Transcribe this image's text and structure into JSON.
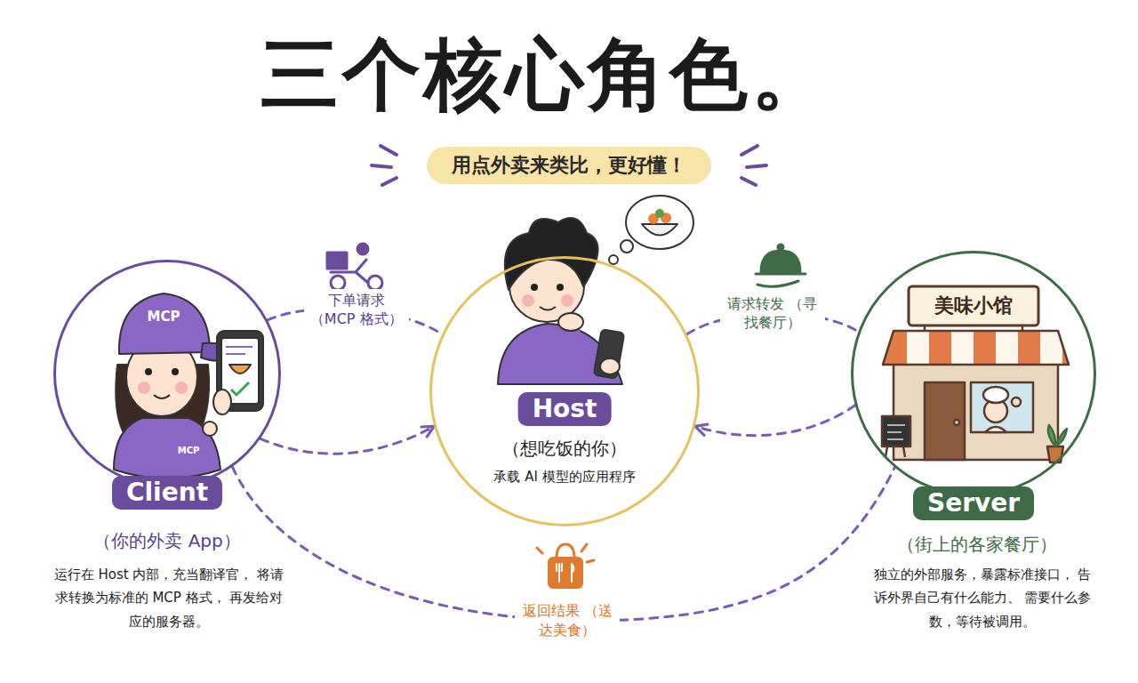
{
  "diagram": {
    "title": "三个核心角色。",
    "nodes": [
      {
        "text": [
          "Client",
          "（你的外卖 App）",
          "运行在 Host 内部，充当翻译官， 将请求转换为标准的 MCP 格式， 再发给对应的服务器。"
        ]
      },
      {
        "text": [
          "Host",
          "（想吃饭的你）",
          "承载 AI 模型的应用程序"
        ]
      },
      {
        "text": [
          "Server",
          "（街上的各家餐厅）",
          "独立的外部服务，暴露标准接口， 告诉外界自己有什么能力、 需要什么参数，等待被调用。"
        ]
      }
    ],
    "edges": [
      {
        "from": 0,
        "to": 1,
        "label": "下单请求 （MCP 格式）",
        "arrow": "none"
      },
      {
        "from": 0,
        "to": 1,
        "arrow": "to"
      },
      {
        "from": 1,
        "to": 2,
        "label": "请求转发 （寻找餐厅）",
        "arrow": "none"
      },
      {
        "from": 2,
        "to": 1,
        "arrow": "to"
      },
      {
        "from": 0,
        "to": 2,
        "label": "返回结果 （送达美食）",
        "arrow": "none"
      }
    ],
    "labels": [
      "用点外卖来类比，更好懂！",
      "MCP",
      "MCP",
      "美味小馆"
    ]
  }
}
